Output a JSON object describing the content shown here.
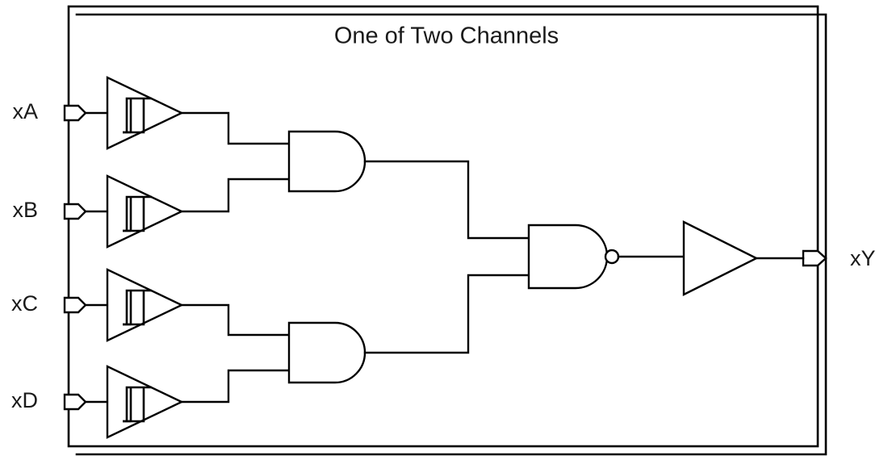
{
  "diagram": {
    "title": "One of Two Channels",
    "kind": "logic-schematic",
    "background_color": "#ffffff",
    "line_color": "#000000",
    "text_color": "#1a1a1a"
  },
  "package": {
    "name": "channel-package-boundary",
    "outline_label": "",
    "second_outline_label": ""
  },
  "inputs": [
    {
      "id": "xA",
      "label": "xA",
      "pin_shape": "pentagon-right"
    },
    {
      "id": "xB",
      "label": "xB",
      "pin_shape": "pentagon-right"
    },
    {
      "id": "xC",
      "label": "xC",
      "pin_shape": "pentagon-right"
    },
    {
      "id": "xD",
      "label": "xD",
      "pin_shape": "pentagon-right"
    }
  ],
  "outputs": [
    {
      "id": "xY",
      "label": "xY",
      "pin_shape": "pentagon-right"
    }
  ],
  "gates": [
    {
      "id": "buf-a",
      "type": "schmitt-buffer",
      "symbol": "hysteresis",
      "inputs": [
        "xA"
      ],
      "label": ""
    },
    {
      "id": "buf-b",
      "type": "schmitt-buffer",
      "symbol": "hysteresis",
      "inputs": [
        "xB"
      ],
      "label": ""
    },
    {
      "id": "buf-c",
      "type": "schmitt-buffer",
      "symbol": "hysteresis",
      "inputs": [
        "xC"
      ],
      "label": ""
    },
    {
      "id": "buf-d",
      "type": "schmitt-buffer",
      "symbol": "hysteresis",
      "inputs": [
        "xD"
      ],
      "label": ""
    },
    {
      "id": "and-top",
      "type": "and",
      "inputs": [
        "buf-a",
        "buf-b"
      ],
      "label": ""
    },
    {
      "id": "and-bottom",
      "type": "and",
      "inputs": [
        "buf-c",
        "buf-d"
      ],
      "label": ""
    },
    {
      "id": "nand-main",
      "type": "nand",
      "inputs": [
        "and-top",
        "and-bottom"
      ],
      "label": ""
    },
    {
      "id": "buf-out",
      "type": "buffer",
      "inputs": [
        "nand-main"
      ],
      "label": ""
    }
  ]
}
